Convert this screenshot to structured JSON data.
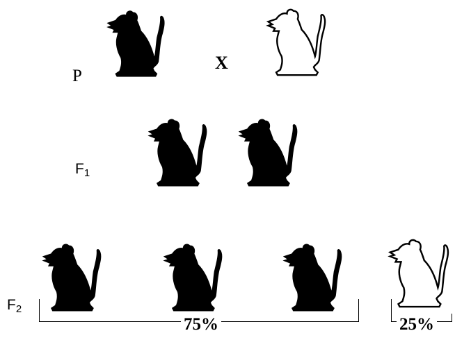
{
  "parental": {
    "label": "P",
    "cross_symbol": "X",
    "parent_1": {
      "phenotype": "black"
    },
    "parent_2": {
      "phenotype": "white"
    }
  },
  "f1": {
    "label": "F",
    "subscript": "1",
    "offspring": [
      {
        "phenotype": "black"
      },
      {
        "phenotype": "black"
      }
    ]
  },
  "f2": {
    "label": "F",
    "subscript": "2",
    "offspring": [
      {
        "phenotype": "black"
      },
      {
        "phenotype": "black"
      },
      {
        "phenotype": "black"
      },
      {
        "phenotype": "white"
      }
    ],
    "dominant_ratio": "75%",
    "recessive_ratio": "25%"
  },
  "colors": {
    "black_mouse": "#000000",
    "white_mouse": "#ffffff",
    "outline": "#000000"
  }
}
